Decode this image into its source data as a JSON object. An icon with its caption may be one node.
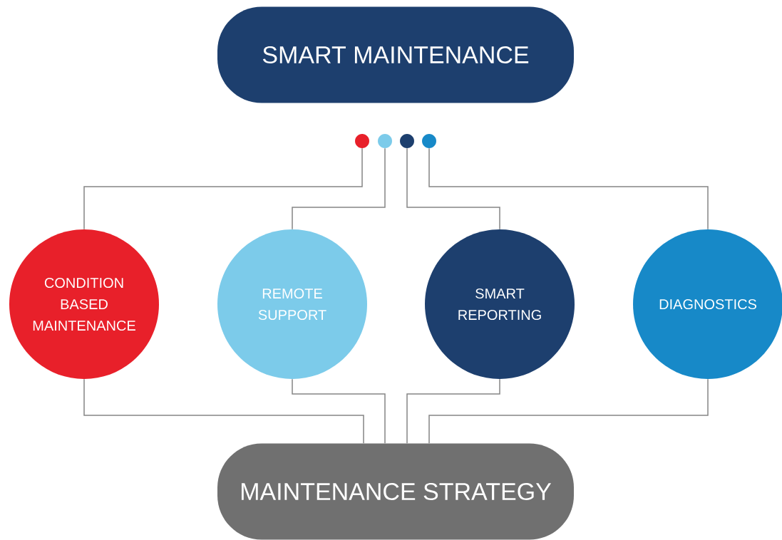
{
  "diagram": {
    "nodes": [
      {
        "text": [
          "SMART MAINTENANCE"
        ]
      },
      {
        "text": [],
        "shape": "circle"
      },
      {
        "text": [],
        "shape": "circle"
      },
      {
        "text": [],
        "shape": "circle"
      },
      {
        "text": [],
        "shape": "circle"
      },
      {
        "text": [
          "CONDITION BASED MAINTENANCE"
        ]
      },
      {
        "text": [
          "REMOTE SUPPORT"
        ]
      },
      {
        "text": [
          "SMART REPORTING"
        ]
      },
      {
        "text": [
          "DIAGNOSTICS"
        ]
      },
      {
        "text": [
          "MAINTENANCE STRATEGY"
        ]
      }
    ],
    "edges": [
      {
        "from": 1,
        "to": 5,
        "arrow": "none"
      },
      {
        "from": 2,
        "to": 6,
        "arrow": "none"
      },
      {
        "from": 3,
        "to": 7,
        "arrow": "none"
      },
      {
        "from": 4,
        "to": 8,
        "arrow": "none"
      },
      {
        "from": 5,
        "to": 9,
        "arrow": "none"
      },
      {
        "from": 6,
        "to": 9,
        "arrow": "none"
      },
      {
        "from": 7,
        "to": 9,
        "arrow": "none"
      },
      {
        "from": 8,
        "to": 9,
        "arrow": "none"
      }
    ]
  }
}
